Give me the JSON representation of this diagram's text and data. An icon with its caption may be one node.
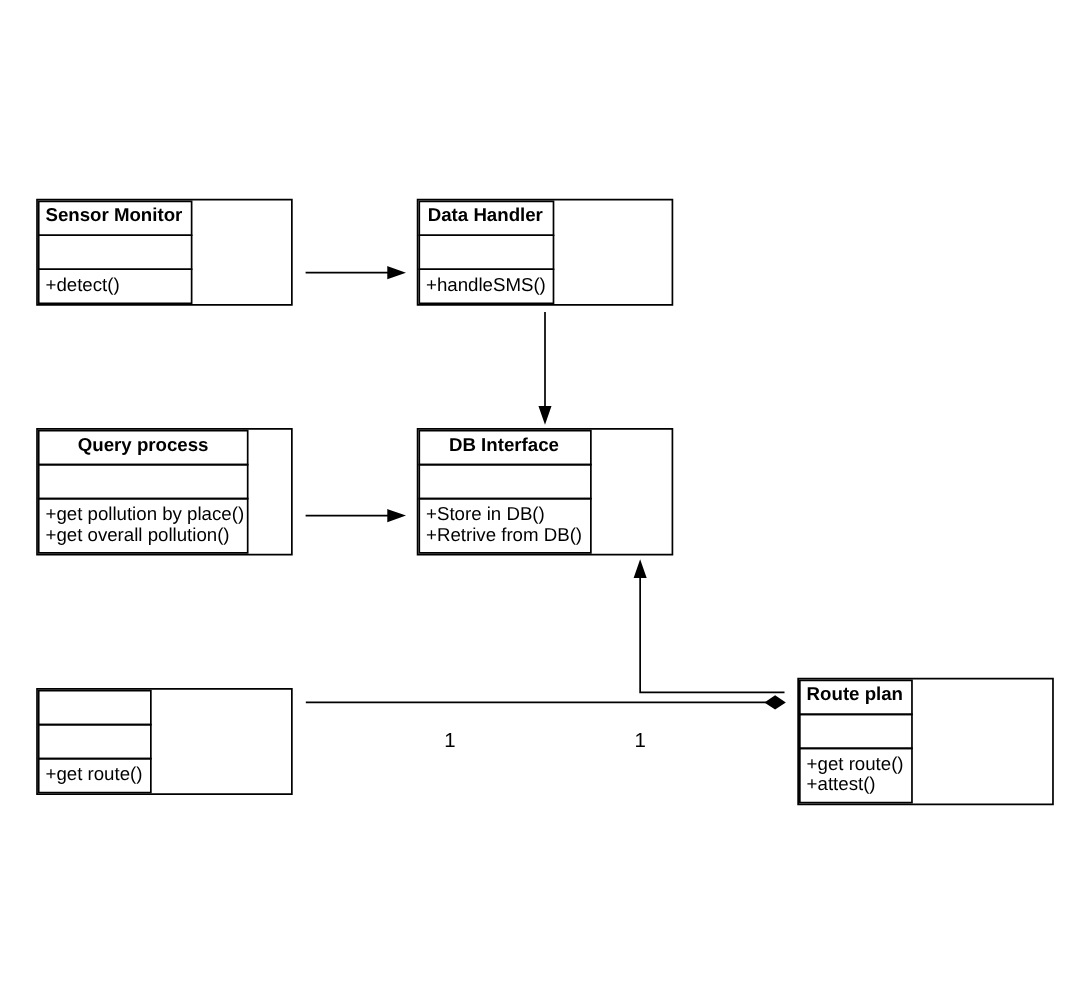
{
  "diagram": {
    "nodes": [
      {
        "text": [
          "Sensor Monitor",
          "+detect()"
        ]
      },
      {
        "text": [
          "Data Handler",
          "+handleSMS()"
        ]
      },
      {
        "text": [
          "Query process",
          "+get pollution by place()",
          "+get overall pollution()"
        ]
      },
      {
        "text": [
          "DB Interface",
          "+Store in DB()",
          "+Retrive from DB()"
        ]
      },
      {
        "text": [
          "+get route()"
        ]
      },
      {
        "text": [
          "Route plan",
          "+get route()",
          "+attest()"
        ]
      }
    ],
    "edges": [
      {
        "from": 0,
        "to": 1,
        "arrow": "to"
      },
      {
        "from": 1,
        "to": 3,
        "arrow": "to"
      },
      {
        "from": 2,
        "to": 3,
        "arrow": "to"
      },
      {
        "from": 5,
        "to": 3,
        "arrow": "to"
      },
      {
        "from": 4,
        "to": 5,
        "arrow": "other"
      }
    ],
    "labels": [
      "1",
      "1"
    ]
  }
}
